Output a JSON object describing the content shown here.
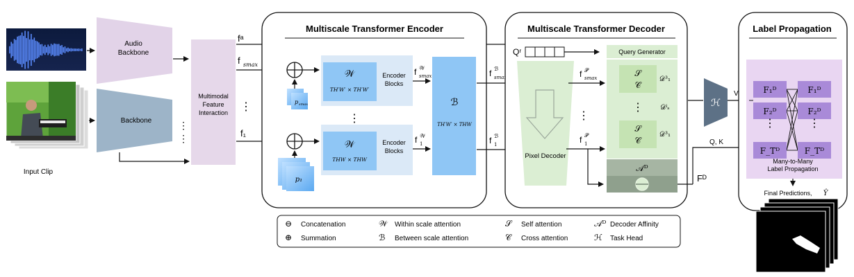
{
  "input": {
    "caption": "Input Clip"
  },
  "backbones": {
    "audio_label_line1": "Audio",
    "audio_label_line2": "Backbone",
    "video_label": "Backbone"
  },
  "mfi": {
    "line1": "Multimodal",
    "line2": "Feature",
    "line3": "Interaction"
  },
  "features": {
    "f_audio": "fᵃ",
    "f_smax": "f",
    "f_smax_sub": "smax",
    "f_1": "f₁",
    "vdots": "⋮"
  },
  "encoder": {
    "title": "Multiscale Transformer Encoder",
    "w_symbol": "𝒲",
    "w_top_formula": "TH′W′ × TH′W′",
    "w_bottom_formula": "THW × THW",
    "encoder_blocks_line1": "Encoder",
    "encoder_blocks_line2": "Blocks",
    "b_symbol": "ℬ",
    "b_formula": "TH′W′ × THW",
    "p_smax": "p",
    "p_smax_sub": "smax",
    "p_1": "p₁",
    "out_w_smax": "f",
    "out_w_smax_sup": "𝒲",
    "out_w_smax_sub": "smax",
    "out_w_1": "f",
    "out_w_1_sup": "𝒲",
    "out_w_1_sub": "1",
    "out_b_smax": "f",
    "out_b_smax_sup": "ℬ",
    "out_b_smax_sub": "smax",
    "out_b_1": "f",
    "out_b_1_sup": "ℬ",
    "out_b_1_sub": "1"
  },
  "decoder": {
    "title": "Multiscale Transformer Decoder",
    "query_label": "Qʳ",
    "query_generator": "Query Generator",
    "pixel_decoder": "Pixel Decoder",
    "fp_smax": "f",
    "fp_smax_sup": "𝒫",
    "fp_smax_sub": "smax",
    "fp_1": "f",
    "fp_1_sup": "𝒫",
    "fp_1_sub": "1",
    "s_symbol": "𝒮",
    "c_symbol": "𝒞",
    "d_top": "𝒟³₁",
    "d_mid": "𝒟ⁱₛ",
    "d_bottom": "𝒟³₁",
    "affinity": "𝒜ᴰ",
    "fd_label": "Fᴰ"
  },
  "task_head": {
    "symbol": "ℋ",
    "v_label": "V",
    "qk_label": "Q, K"
  },
  "label_propagation": {
    "title": "Label Propagation",
    "left_cells": [
      "F₁ᴰ",
      "F₂ᴰ",
      "⋮",
      "F_Tᴰ"
    ],
    "right_cells": [
      "F₁ᴰ",
      "F₂ᴰ",
      "⋮",
      "F_Tᴰ"
    ],
    "caption_line1": "Many-to-Many",
    "caption_line2": "Label Propagation",
    "final_predictions": "Final Predictions,",
    "y_hat": "Ŷ"
  },
  "legend": [
    {
      "symbol": "⊖",
      "text": "Concatenation"
    },
    {
      "symbol": "⊕",
      "text": "Summation"
    },
    {
      "symbol": "𝒲",
      "text": "Within scale attention"
    },
    {
      "symbol": "ℬ",
      "text": "Between scale attention"
    },
    {
      "symbol": "𝒮",
      "text": "Self attention"
    },
    {
      "symbol": "𝒞",
      "text": "Cross attention"
    },
    {
      "symbol": "𝒜ᴰ",
      "text": "Decoder Affinity"
    },
    {
      "symbol": "ℋ",
      "text": "Task Head"
    }
  ],
  "colors": {
    "audio_backbone": "#e2d3e8",
    "video_backbone": "#9db4c8",
    "mfi": "#e6d8ea",
    "encoder_light": "#dbe9f7",
    "encoder_blue": "#8fc6f5",
    "decoder_green": "#dbeed3",
    "sc_green": "#c5e3b3",
    "affinity_gray": "#a6b5a3",
    "task_head": "#5d7186",
    "lp_bg": "#e9d6f2",
    "lp_cell": "#a98ad8"
  }
}
